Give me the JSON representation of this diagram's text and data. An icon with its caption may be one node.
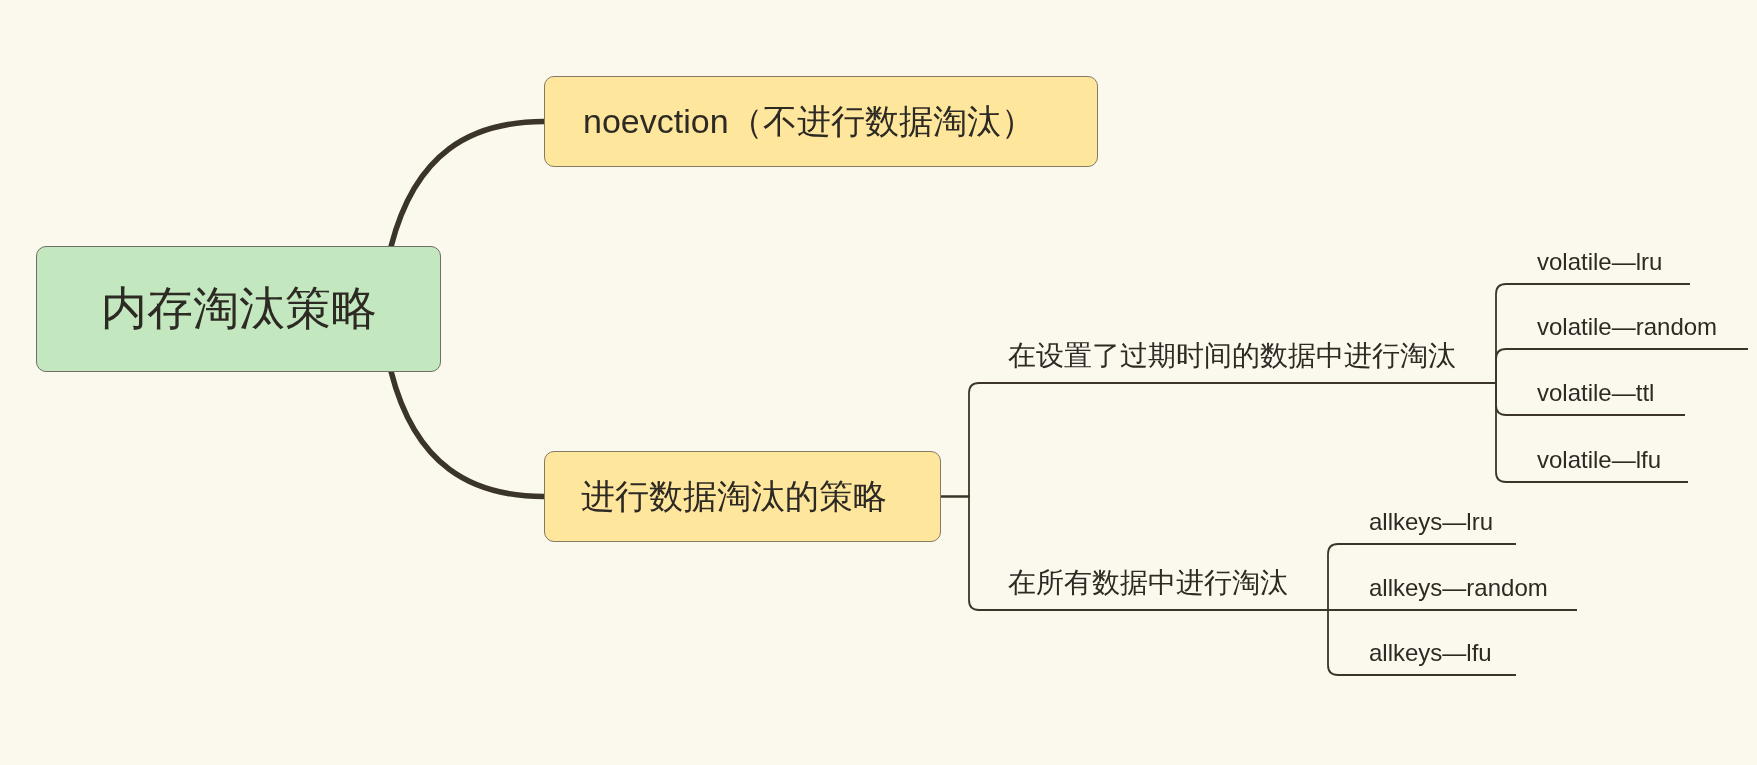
{
  "diagram": {
    "nodes": [
      {
        "text": [
          "内存淘汰策略"
        ]
      },
      {
        "text": [
          "noevction（不进行数据淘汰）"
        ]
      },
      {
        "text": [
          "进行数据淘汰的策略"
        ]
      },
      {
        "text": [
          "在设置了过期时间的数据中进行淘汰"
        ]
      },
      {
        "text": [
          "volatile—lru"
        ]
      },
      {
        "text": [
          "volatile—random"
        ]
      },
      {
        "text": [
          "volatile—ttl"
        ]
      },
      {
        "text": [
          "volatile—lfu"
        ]
      },
      {
        "text": [
          "在所有数据中进行淘汰"
        ]
      },
      {
        "text": [
          "allkeys—lru"
        ]
      },
      {
        "text": [
          "allkeys—random"
        ]
      },
      {
        "text": [
          "allkeys—lfu"
        ]
      }
    ],
    "edges": [
      {
        "from": 0,
        "to": 1,
        "arrow": "none",
        "style": "thick"
      },
      {
        "from": 0,
        "to": 2,
        "arrow": "none",
        "style": "thick"
      },
      {
        "from": 2,
        "to": 3,
        "arrow": "none"
      },
      {
        "from": 2,
        "to": 8,
        "arrow": "none"
      },
      {
        "from": 3,
        "to": 4,
        "arrow": "none"
      },
      {
        "from": 3,
        "to": 5,
        "arrow": "none"
      },
      {
        "from": 3,
        "to": 6,
        "arrow": "none"
      },
      {
        "from": 3,
        "to": 7,
        "arrow": "none"
      },
      {
        "from": 8,
        "to": 9,
        "arrow": "none"
      },
      {
        "from": 8,
        "to": 10,
        "arrow": "none"
      },
      {
        "from": 8,
        "to": 11,
        "arrow": "none"
      }
    ]
  }
}
